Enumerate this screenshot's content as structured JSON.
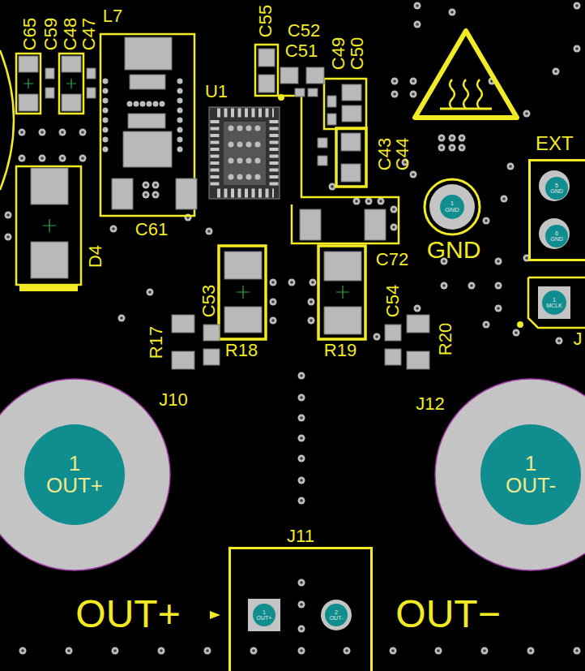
{
  "diagram": {
    "nodes": [
      {
        "text": [
          "1 GND"
        ]
      },
      {
        "text": [
          "EXT"
        ]
      },
      {
        "text": [
          "5 GND"
        ],
        "in": 1
      },
      {
        "text": [
          "6 GND"
        ],
        "in": 1
      },
      {
        "text": [
          "1 MCLK"
        ]
      },
      {
        "text": [
          "1 OUT+"
        ]
      },
      {
        "text": [
          "1 OUT-"
        ]
      },
      {
        "text": [
          "J11"
        ]
      },
      {
        "text": [
          "1 OUT+"
        ],
        "in": 7
      },
      {
        "text": [
          "2 OUT-"
        ],
        "in": 7
      }
    ],
    "labels": [
      "C65",
      "C59",
      "C48",
      "C47",
      "L7",
      "C55",
      "C52",
      "C51",
      "C49",
      "C50",
      "U1",
      "C43",
      "C44",
      "C61",
      "D4",
      "C72",
      "GND",
      "C53",
      "R17",
      "R18",
      "R19",
      "C54",
      "R20",
      "J10",
      "J12",
      "J",
      "OUT+",
      "OUT−"
    ]
  }
}
